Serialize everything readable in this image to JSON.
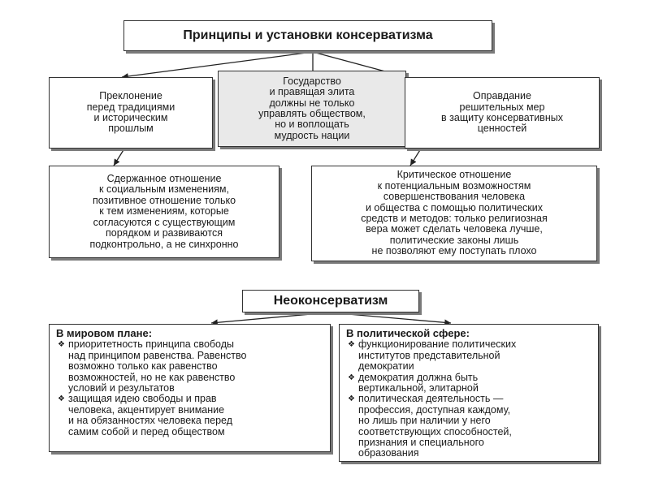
{
  "title": "Принципы и установки консерватизма",
  "row1": {
    "left": [
      "Преклонение",
      "перед традициями",
      "и историческим",
      "прошлым"
    ],
    "center": [
      "Государство",
      "и правящая элита",
      "должны не только",
      "управлять обществом,",
      "но и воплощать",
      "мудрость нации"
    ],
    "right": [
      "Оправдание",
      "решительных мер",
      "в защиту консервативных",
      "ценностей"
    ]
  },
  "row2": {
    "left": [
      "Сдержанное отношение",
      "к социальным изменениям,",
      "позитивное отношение только",
      "к тем изменениям, которые",
      "согласуются с существующим",
      "порядком и развиваются",
      "подконтрольно, а не синхронно"
    ],
    "right": [
      "Критическое отношение",
      "к потенциальным возможностям",
      "совершенствования человека",
      "и общества с помощью политических",
      "средств и методов: только религиозная",
      "вера может сделать человека лучше,",
      "политические законы лишь",
      "не позволяют ему поступать плохо"
    ]
  },
  "neo": {
    "title": "Неоконсерватизм",
    "world": {
      "heading": "В мировом плане:",
      "bullets": [
        [
          "приоритетность принципа свободы",
          "над принципом равенства. Равенство",
          "возможно только как равенство",
          "возможностей, но не как равенство",
          "условий и результатов"
        ],
        [
          "защищая идею свободы и прав",
          "человека, акцентирует внимание",
          "и на обязанностях человека перед",
          "самим собой и перед обществом"
        ]
      ]
    },
    "politics": {
      "heading": "В политической сфере:",
      "bullets": [
        [
          "функционирование политических",
          "институтов представительной",
          "демократии"
        ],
        [
          "демократия должна быть",
          "вертикальной, элитарной"
        ],
        [
          "политическая деятельность —",
          "профессия, доступная каждому,",
          "но лишь при наличии у него",
          "соответствующих способностей,",
          "признания и специального",
          "образования"
        ]
      ]
    }
  },
  "icons": {
    "bullet": "diamond-bullet-icon"
  }
}
